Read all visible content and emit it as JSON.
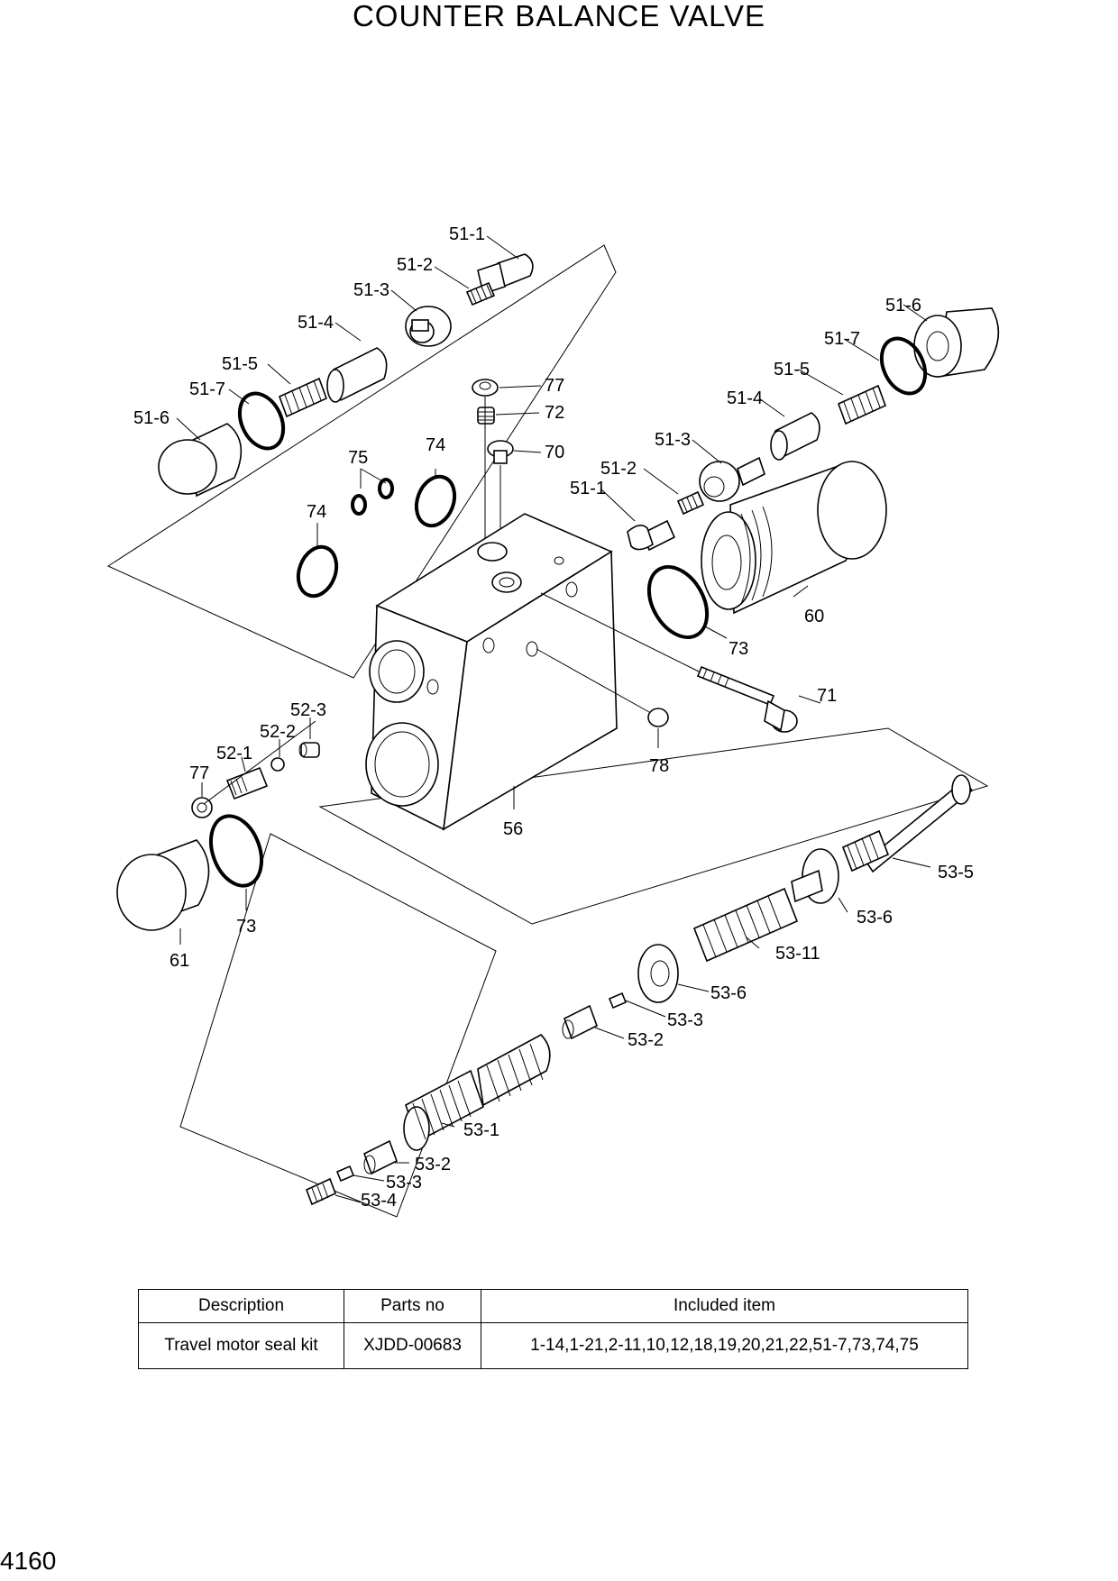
{
  "title": "COUNTER BALANCE VALVE",
  "page_number": "4160",
  "callouts": {
    "c51_1_top": "51-1",
    "c51_2_top": "51-2",
    "c51_3_top": "51-3",
    "c51_4_top": "51-4",
    "c51_5_left": "51-5",
    "c51_7_left": "51-7",
    "c51_6_left": "51-6",
    "c51_6_right": "51-6",
    "c51_7_right": "51-7",
    "c51_5_right": "51-5",
    "c51_4_right": "51-4",
    "c51_3_right": "51-3",
    "c51_2_right": "51-2",
    "c51_1_right": "51-1",
    "c77_top": "77",
    "c72": "72",
    "c70": "70",
    "c75": "75",
    "c74_a": "74",
    "c74_b": "74",
    "c60": "60",
    "c73_right": "73",
    "c71": "71",
    "c78": "78",
    "c56": "56",
    "c52_3": "52-3",
    "c52_2": "52-2",
    "c52_1": "52-1",
    "c77_left": "77",
    "c73_left": "73",
    "c61": "61",
    "c53_5": "53-5",
    "c53_6_a": "53-6",
    "c53_11": "53-11",
    "c53_6_b": "53-6",
    "c53_3_a": "53-3",
    "c53_2_a": "53-2",
    "c53_1": "53-1",
    "c53_2_b": "53-2",
    "c53_3_b": "53-3",
    "c53_4": "53-4"
  },
  "kit_table": {
    "headers": {
      "description": "Description",
      "parts_no": "Parts no",
      "included": "Included item"
    },
    "rows": [
      {
        "description": "Travel motor seal kit",
        "parts_no": "XJDD-00683",
        "included": "1-14,1-21,2-11,10,12,18,19,20,21,22,51-7,73,74,75"
      }
    ]
  }
}
